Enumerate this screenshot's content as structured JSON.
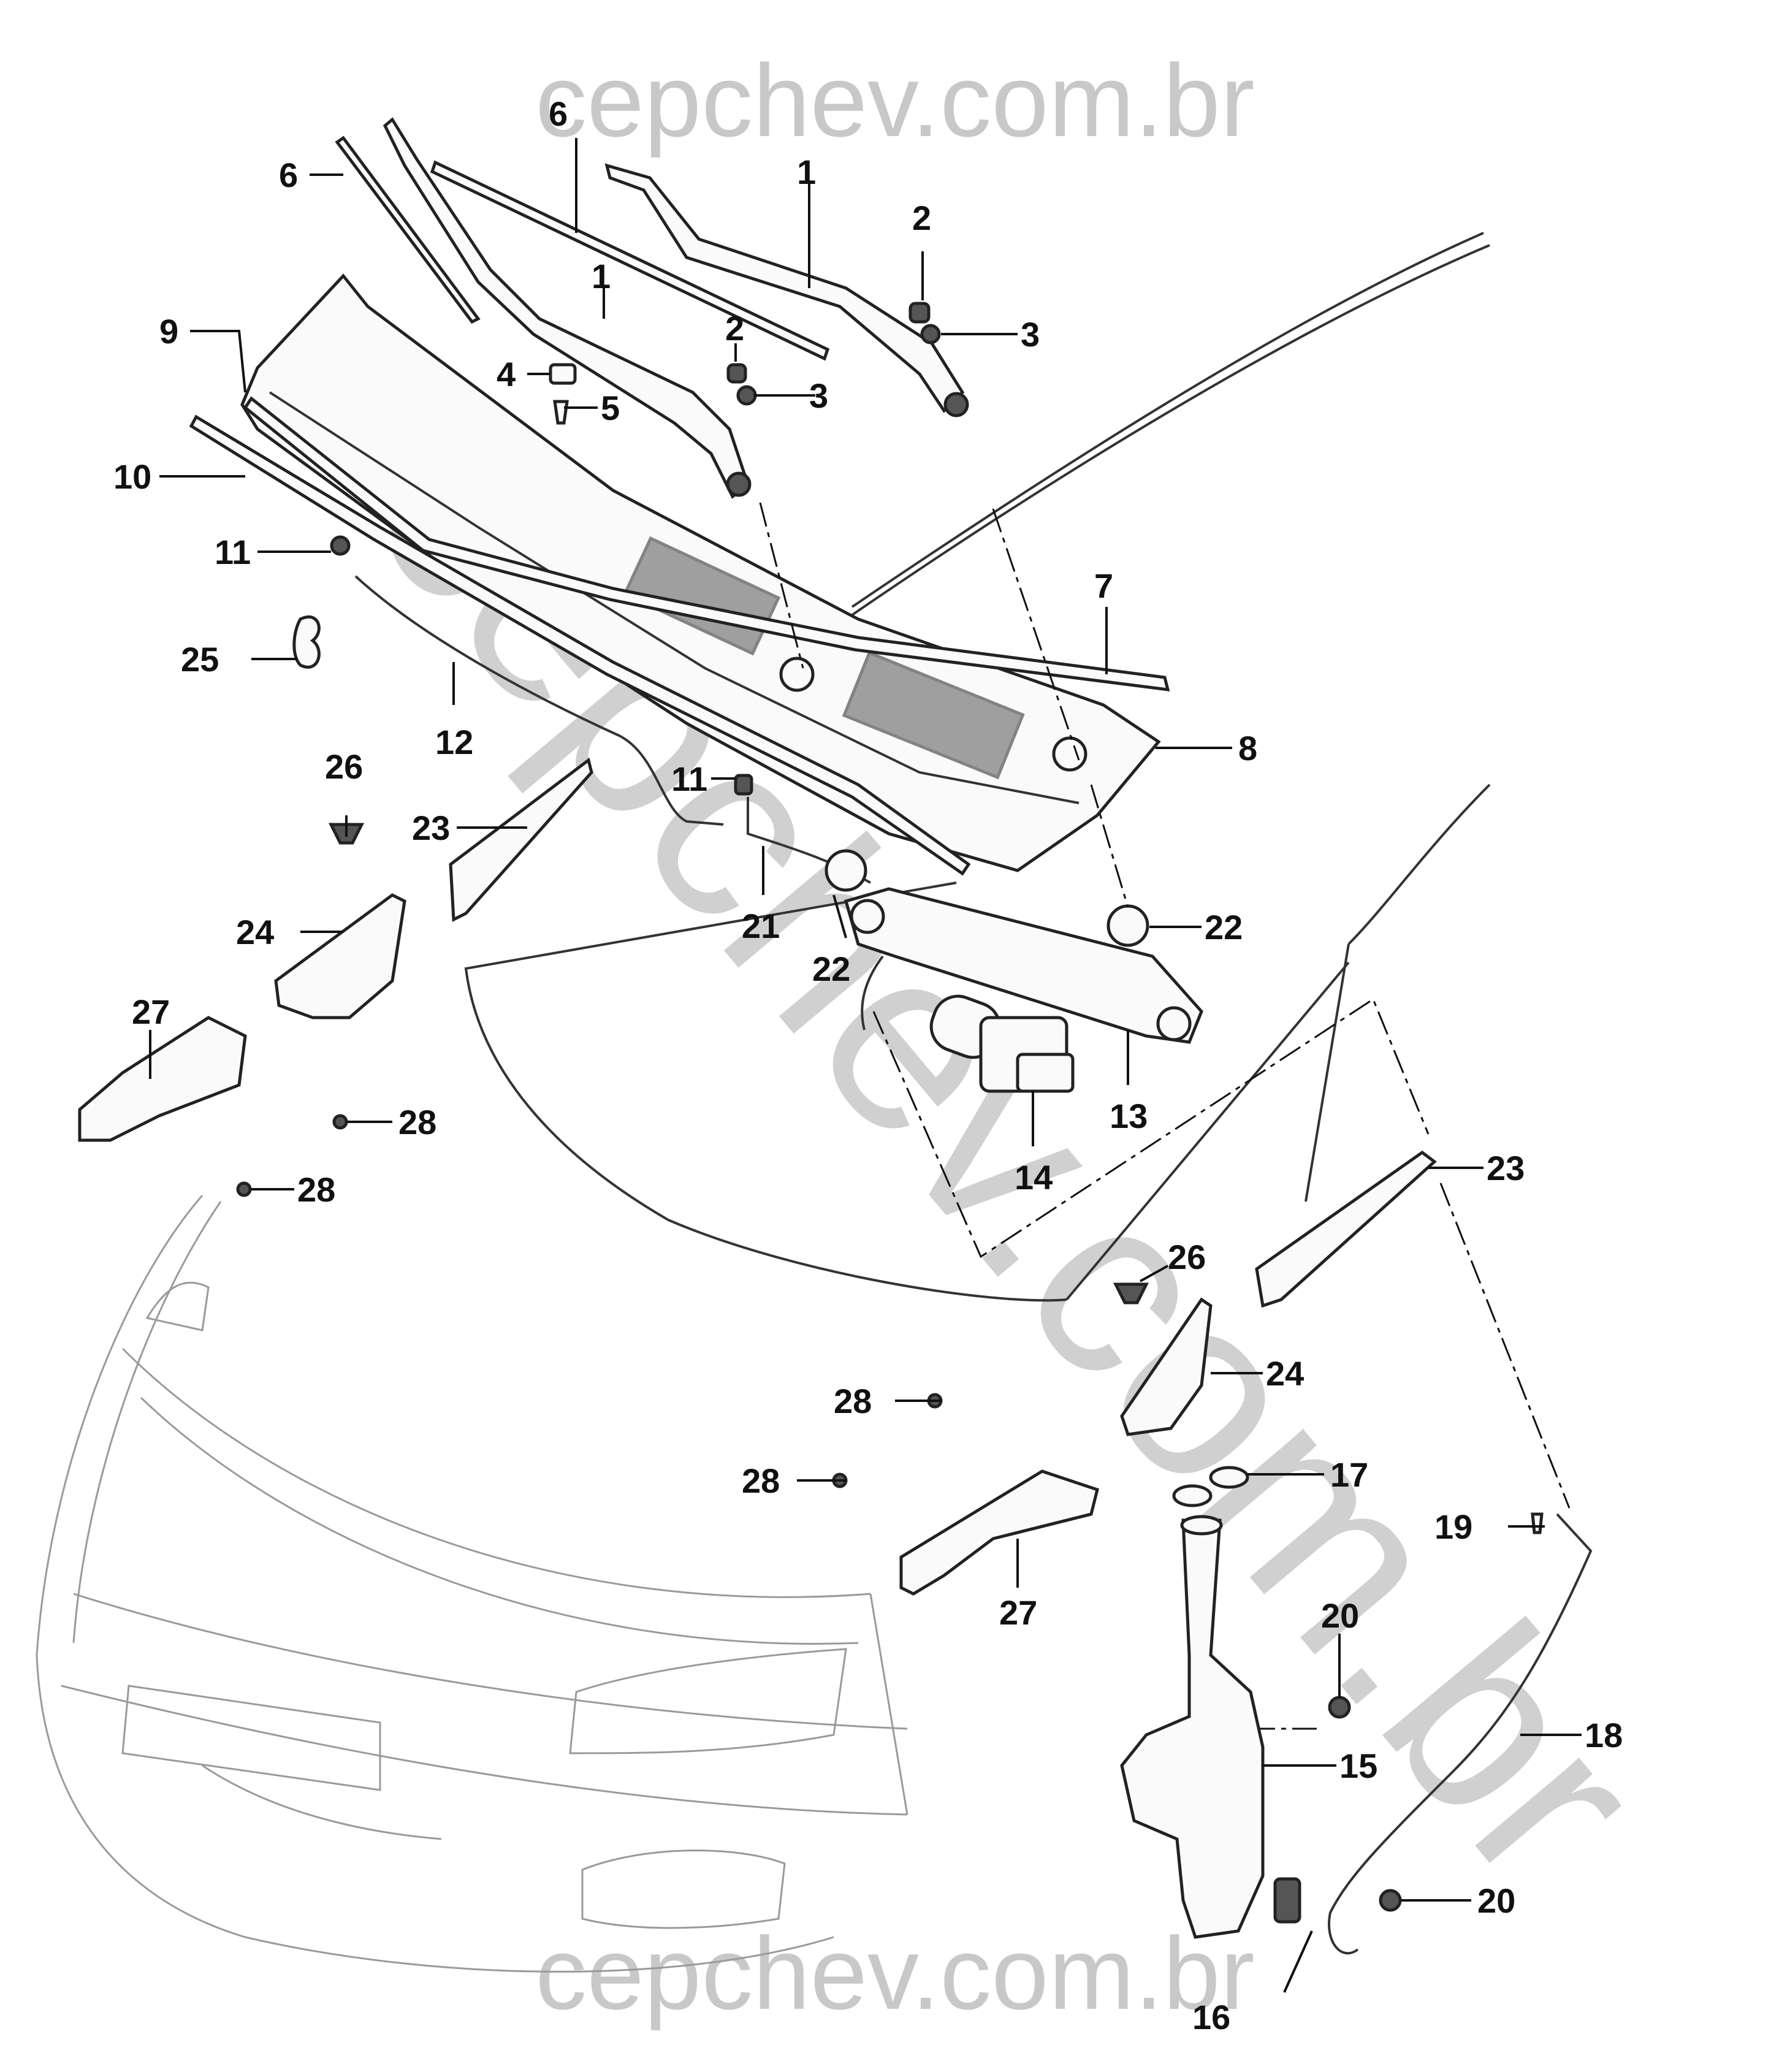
{
  "watermark": {
    "top": "cepchev.com.br",
    "bottom": "cepchev.com.br",
    "diagonal": "cepchev.com.br"
  },
  "callouts": {
    "c1a": "1",
    "c1b": "1",
    "c2a": "2",
    "c2b": "2",
    "c3a": "3",
    "c3b": "3",
    "c4": "4",
    "c5": "5",
    "c6a": "6",
    "c6b": "6",
    "c7": "7",
    "c8": "8",
    "c9": "9",
    "c10": "10",
    "c11a": "11",
    "c11b": "11",
    "c12": "12",
    "c13": "13",
    "c14": "14",
    "c15": "15",
    "c16": "16",
    "c17": "17",
    "c18": "18",
    "c19": "19",
    "c20a": "20",
    "c20b": "20",
    "c21": "21",
    "c22a": "22",
    "c22b": "22",
    "c23a": "23",
    "c23b": "23",
    "c24a": "24",
    "c24b": "24",
    "c25": "25",
    "c26a": "26",
    "c26b": "26",
    "c27a": "27",
    "c27b": "27",
    "c28a": "28",
    "c28b": "28",
    "c28c": "28",
    "c28d": "28"
  }
}
